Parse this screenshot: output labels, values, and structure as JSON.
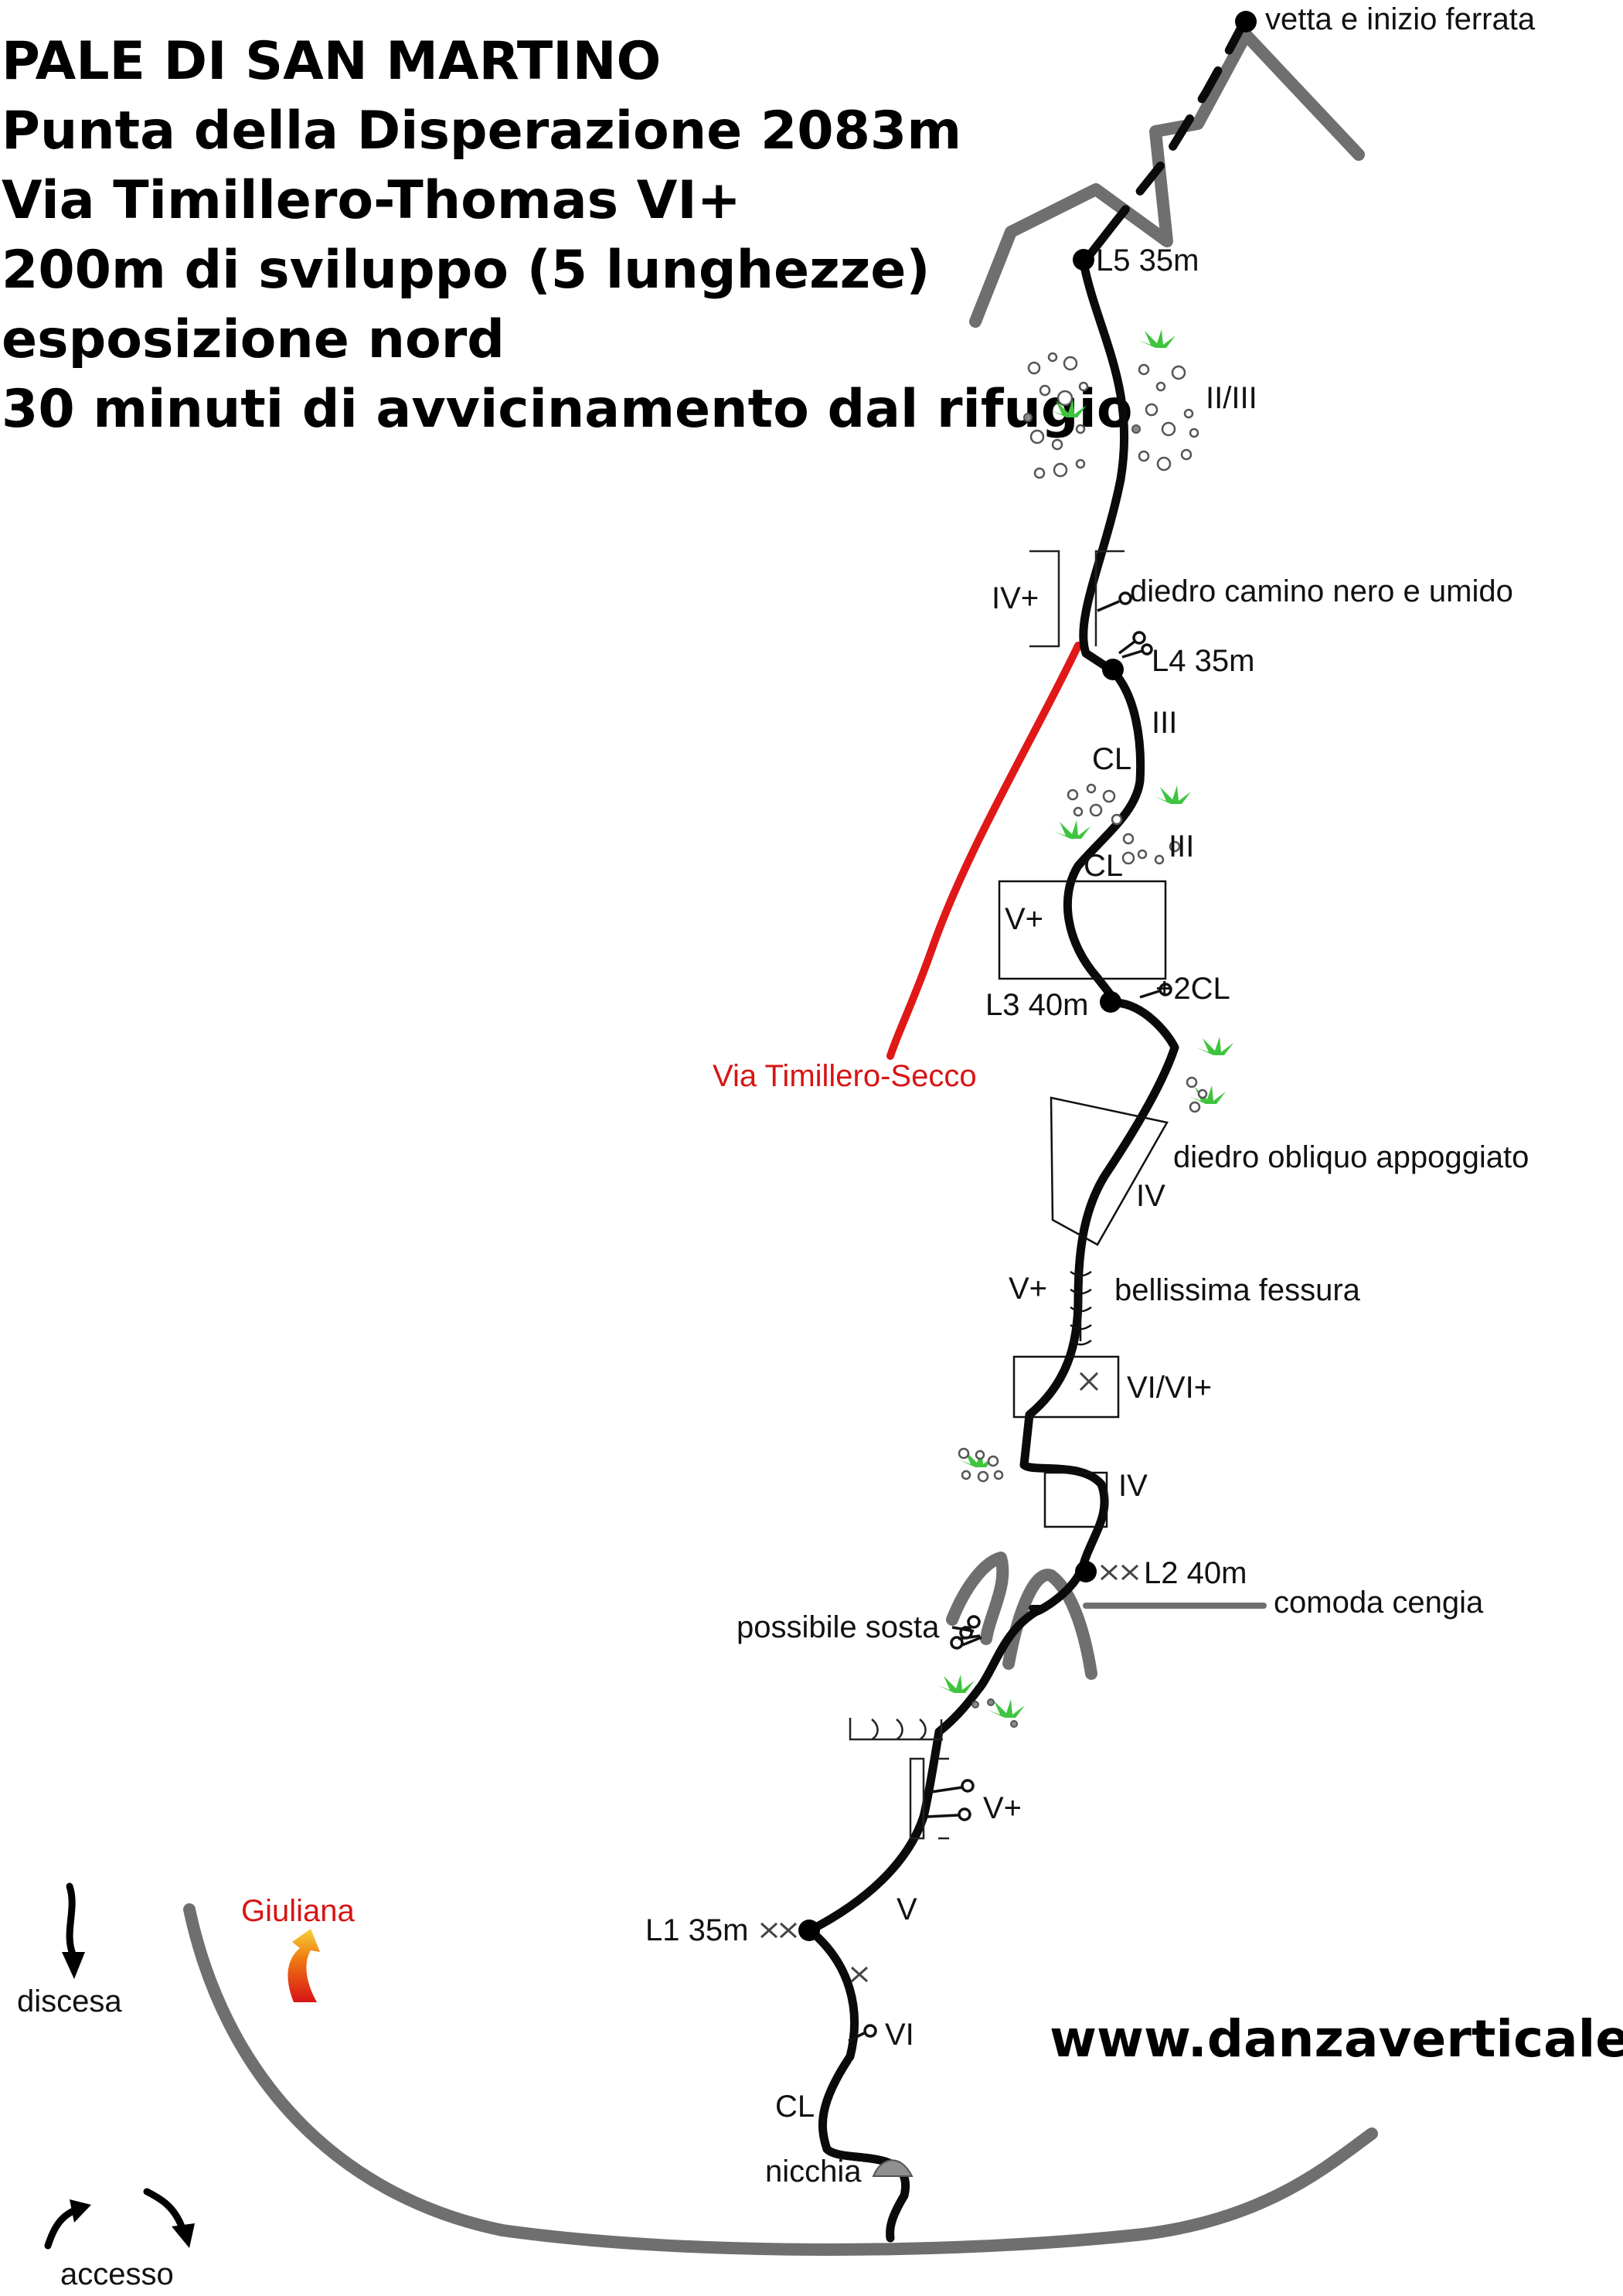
{
  "title_lines": [
    "PALE DI SAN MARTINO",
    "Punta della Disperazione 2083m",
    "Via Timillero-Thomas VI+",
    "200m di sviluppo (5 lunghezze)",
    "esposizione nord",
    "30 minuti di avvicinamento dal rifugio"
  ],
  "labels": {
    "summit": "vetta e inizio ferrata",
    "l5": "L5 35m",
    "grade_l5": "II/III",
    "grade_iv_plus": "IV+",
    "diedro_camino": "diedro camino nero e umido",
    "l4": "L4 35m",
    "grade_iii_a": "III",
    "cl_a": "CL",
    "grade_iii_b": "III",
    "cl_b": "CL",
    "grade_v_plus_a": "V+",
    "two_cl": "+2CL",
    "l3": "L3 40m",
    "via_secco": "Via Timillero-Secco",
    "diedro_obliquo": "diedro obliquo appoggiato",
    "grade_iv_a": "IV",
    "grade_v_plus_b": "V+",
    "fessura": "bellissima fessura",
    "grade_vi_vi_plus": "VI/VI+",
    "grade_iv_b": "IV",
    "l2": "L2 40m",
    "cengia": "comoda cengia",
    "possibile_sosta": "possibile sosta",
    "grade_v_plus_c": "V+",
    "grade_v": "V",
    "l1": "L1 35m",
    "grade_vi": "VI",
    "cl_c": "CL",
    "nicchia": "nicchia",
    "discesa": "discesa",
    "giuliana": "Giuliana",
    "accesso": "accesso",
    "website": "www.danzaverticale.it"
  },
  "colors": {
    "route": "#0a0a0a",
    "rock": "#6f6f6f",
    "alt_route": "#e01818",
    "grass": "#3fc43f",
    "highlight": "#d81414"
  }
}
